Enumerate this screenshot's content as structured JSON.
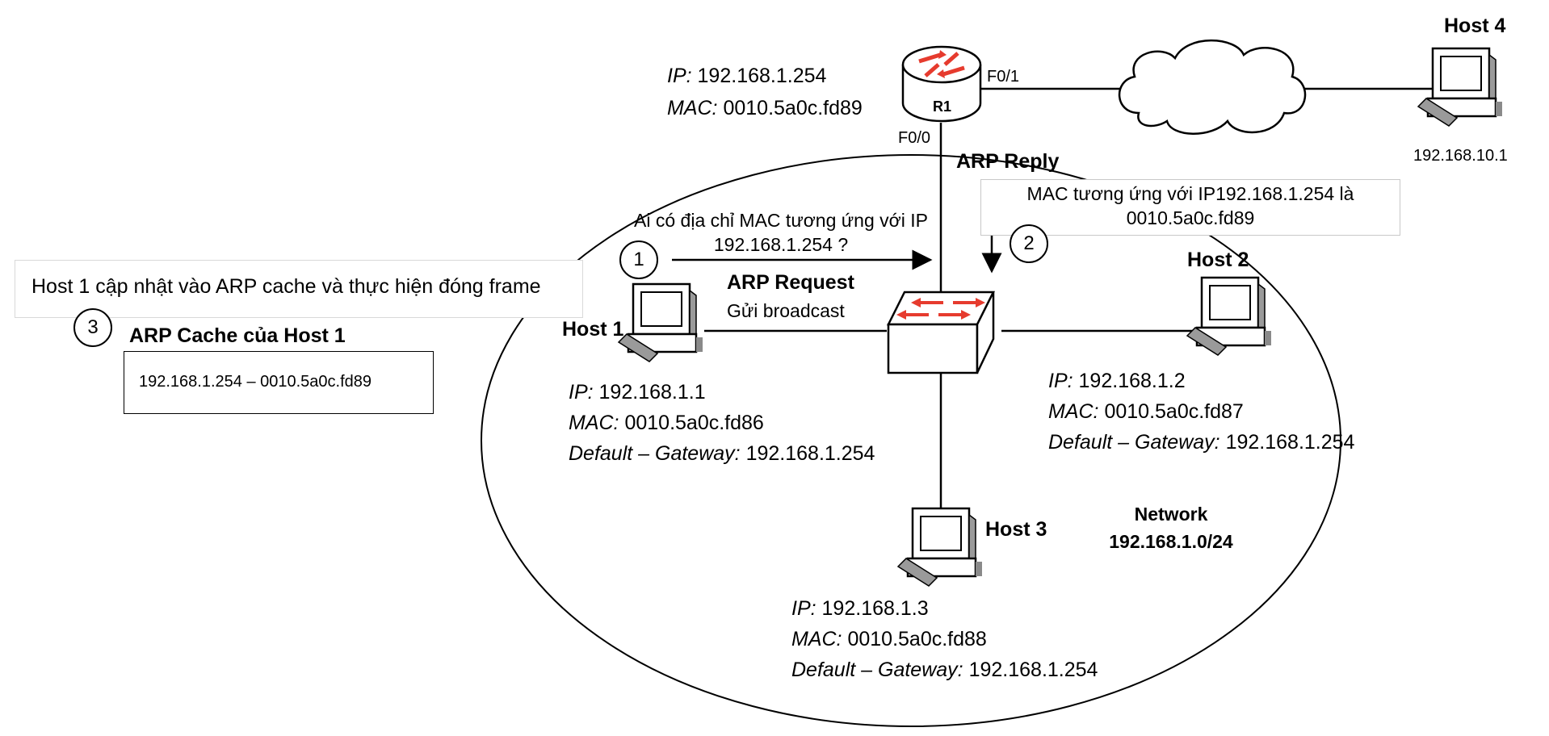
{
  "router": {
    "name": "R1",
    "port_wan": "F0/1",
    "port_lan": "F0/0",
    "ip_label": "IP:",
    "ip": "192.168.1.254",
    "mac_label": "MAC:",
    "mac": "0010.5a0c.fd89"
  },
  "host4": {
    "name": "Host 4",
    "ip": "192.168.10.1"
  },
  "host1": {
    "name": "Host 1",
    "ip_label": "IP:",
    "ip": "192.168.1.1",
    "mac_label": "MAC:",
    "mac": "0010.5a0c.fd86",
    "gw_label": "Default – Gateway:",
    "gw": "192.168.1.254"
  },
  "host2": {
    "name": "Host 2",
    "ip_label": "IP:",
    "ip": "192.168.1.2",
    "mac_label": "MAC:",
    "mac": "0010.5a0c.fd87",
    "gw_label": "Default – Gateway:",
    "gw": "192.168.1.254"
  },
  "host3": {
    "name": "Host 3",
    "ip_label": "IP:",
    "ip": "192.168.1.3",
    "mac_label": "MAC:",
    "mac": "0010.5a0c.fd88",
    "gw_label": "Default – Gateway:",
    "gw": "192.168.1.254"
  },
  "network": {
    "label": "Network",
    "subnet": "192.168.1.0/24"
  },
  "step1": {
    "number": "1",
    "question_line1": "Ai có địa chỉ MAC tương ứng với IP",
    "question_line2": "192.168.1.254 ?",
    "title": "ARP Request",
    "subtitle": "Gửi broadcast"
  },
  "step2": {
    "number": "2",
    "title": "ARP Reply",
    "text_line1": "MAC tương ứng với IP192.168.1.254 là",
    "text_line2": "0010.5a0c.fd89"
  },
  "step3": {
    "number": "3",
    "note": "Host 1 cập nhật vào ARP cache và thực hiện đóng frame",
    "cache_title": "ARP Cache của Host 1",
    "cache_entry": "192.168.1.254 – 0010.5a0c.fd89"
  },
  "colors": {
    "arrow_red": "#e63b2e",
    "device_gray": "#9a9a9a",
    "line": "#000000"
  }
}
